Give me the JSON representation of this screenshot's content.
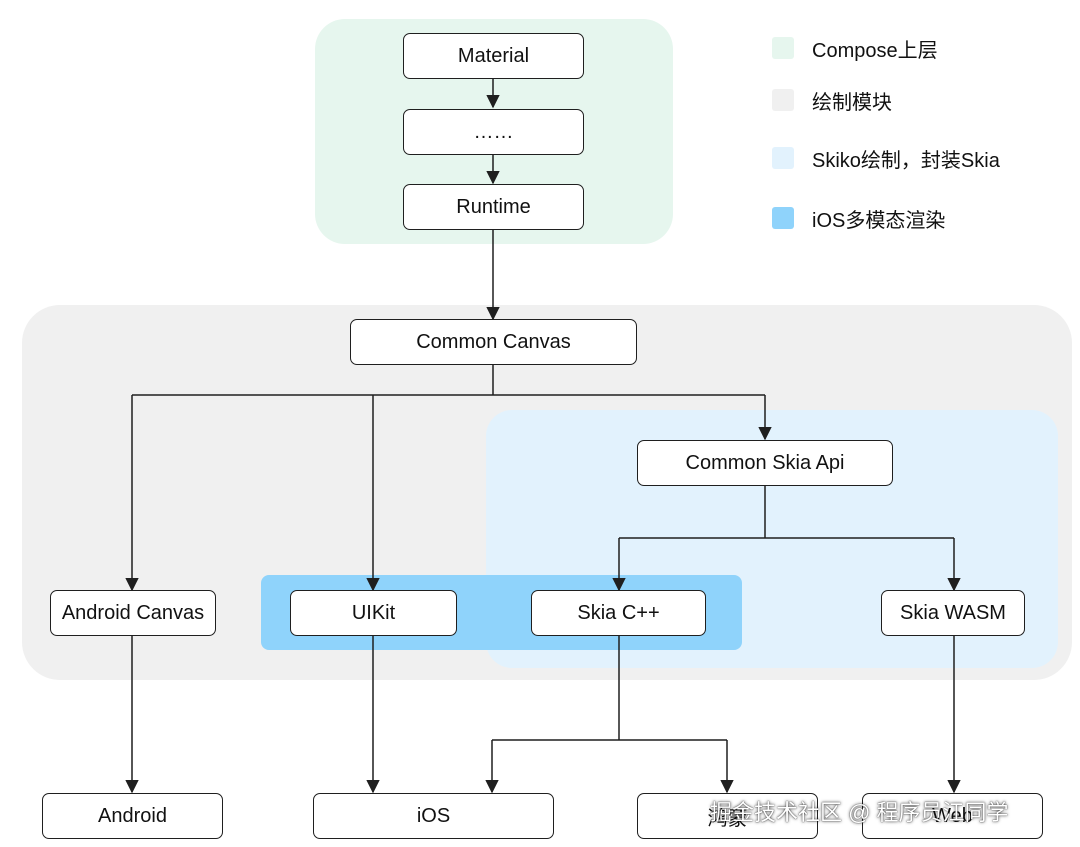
{
  "regions": {
    "compose_upper": {
      "color": "#e6f6ee"
    },
    "drawing_module": {
      "color": "#f0f0f0"
    },
    "skiko": {
      "color": "#e2f2fd"
    },
    "ios_multimodal": {
      "color": "#8fd3fb"
    }
  },
  "nodes": {
    "material": "Material",
    "ellipsis": "……",
    "runtime": "Runtime",
    "common_canvas": "Common Canvas",
    "common_skia_api": "Common Skia Api",
    "android_canvas": "Android Canvas",
    "uikit": "UIKit",
    "skia_cpp": "Skia C++",
    "skia_wasm": "Skia WASM",
    "android": "Android",
    "ios": "iOS",
    "harmony": "鸿蒙",
    "web": "Web"
  },
  "legend": [
    {
      "label": "Compose上层",
      "color": "#e6f6ee"
    },
    {
      "label": "绘制模块",
      "color": "#f0f0f0"
    },
    {
      "label": "Skiko绘制，封装Skia",
      "color": "#e2f2fd"
    },
    {
      "label": "iOS多模态渲染",
      "color": "#8fd3fb"
    }
  ],
  "watermark": "掘金技术社区 @ 程序员江同学",
  "colors": {
    "line": "#1f1f1f",
    "node_border": "#1f1f1f",
    "node_fill": "#ffffff"
  }
}
